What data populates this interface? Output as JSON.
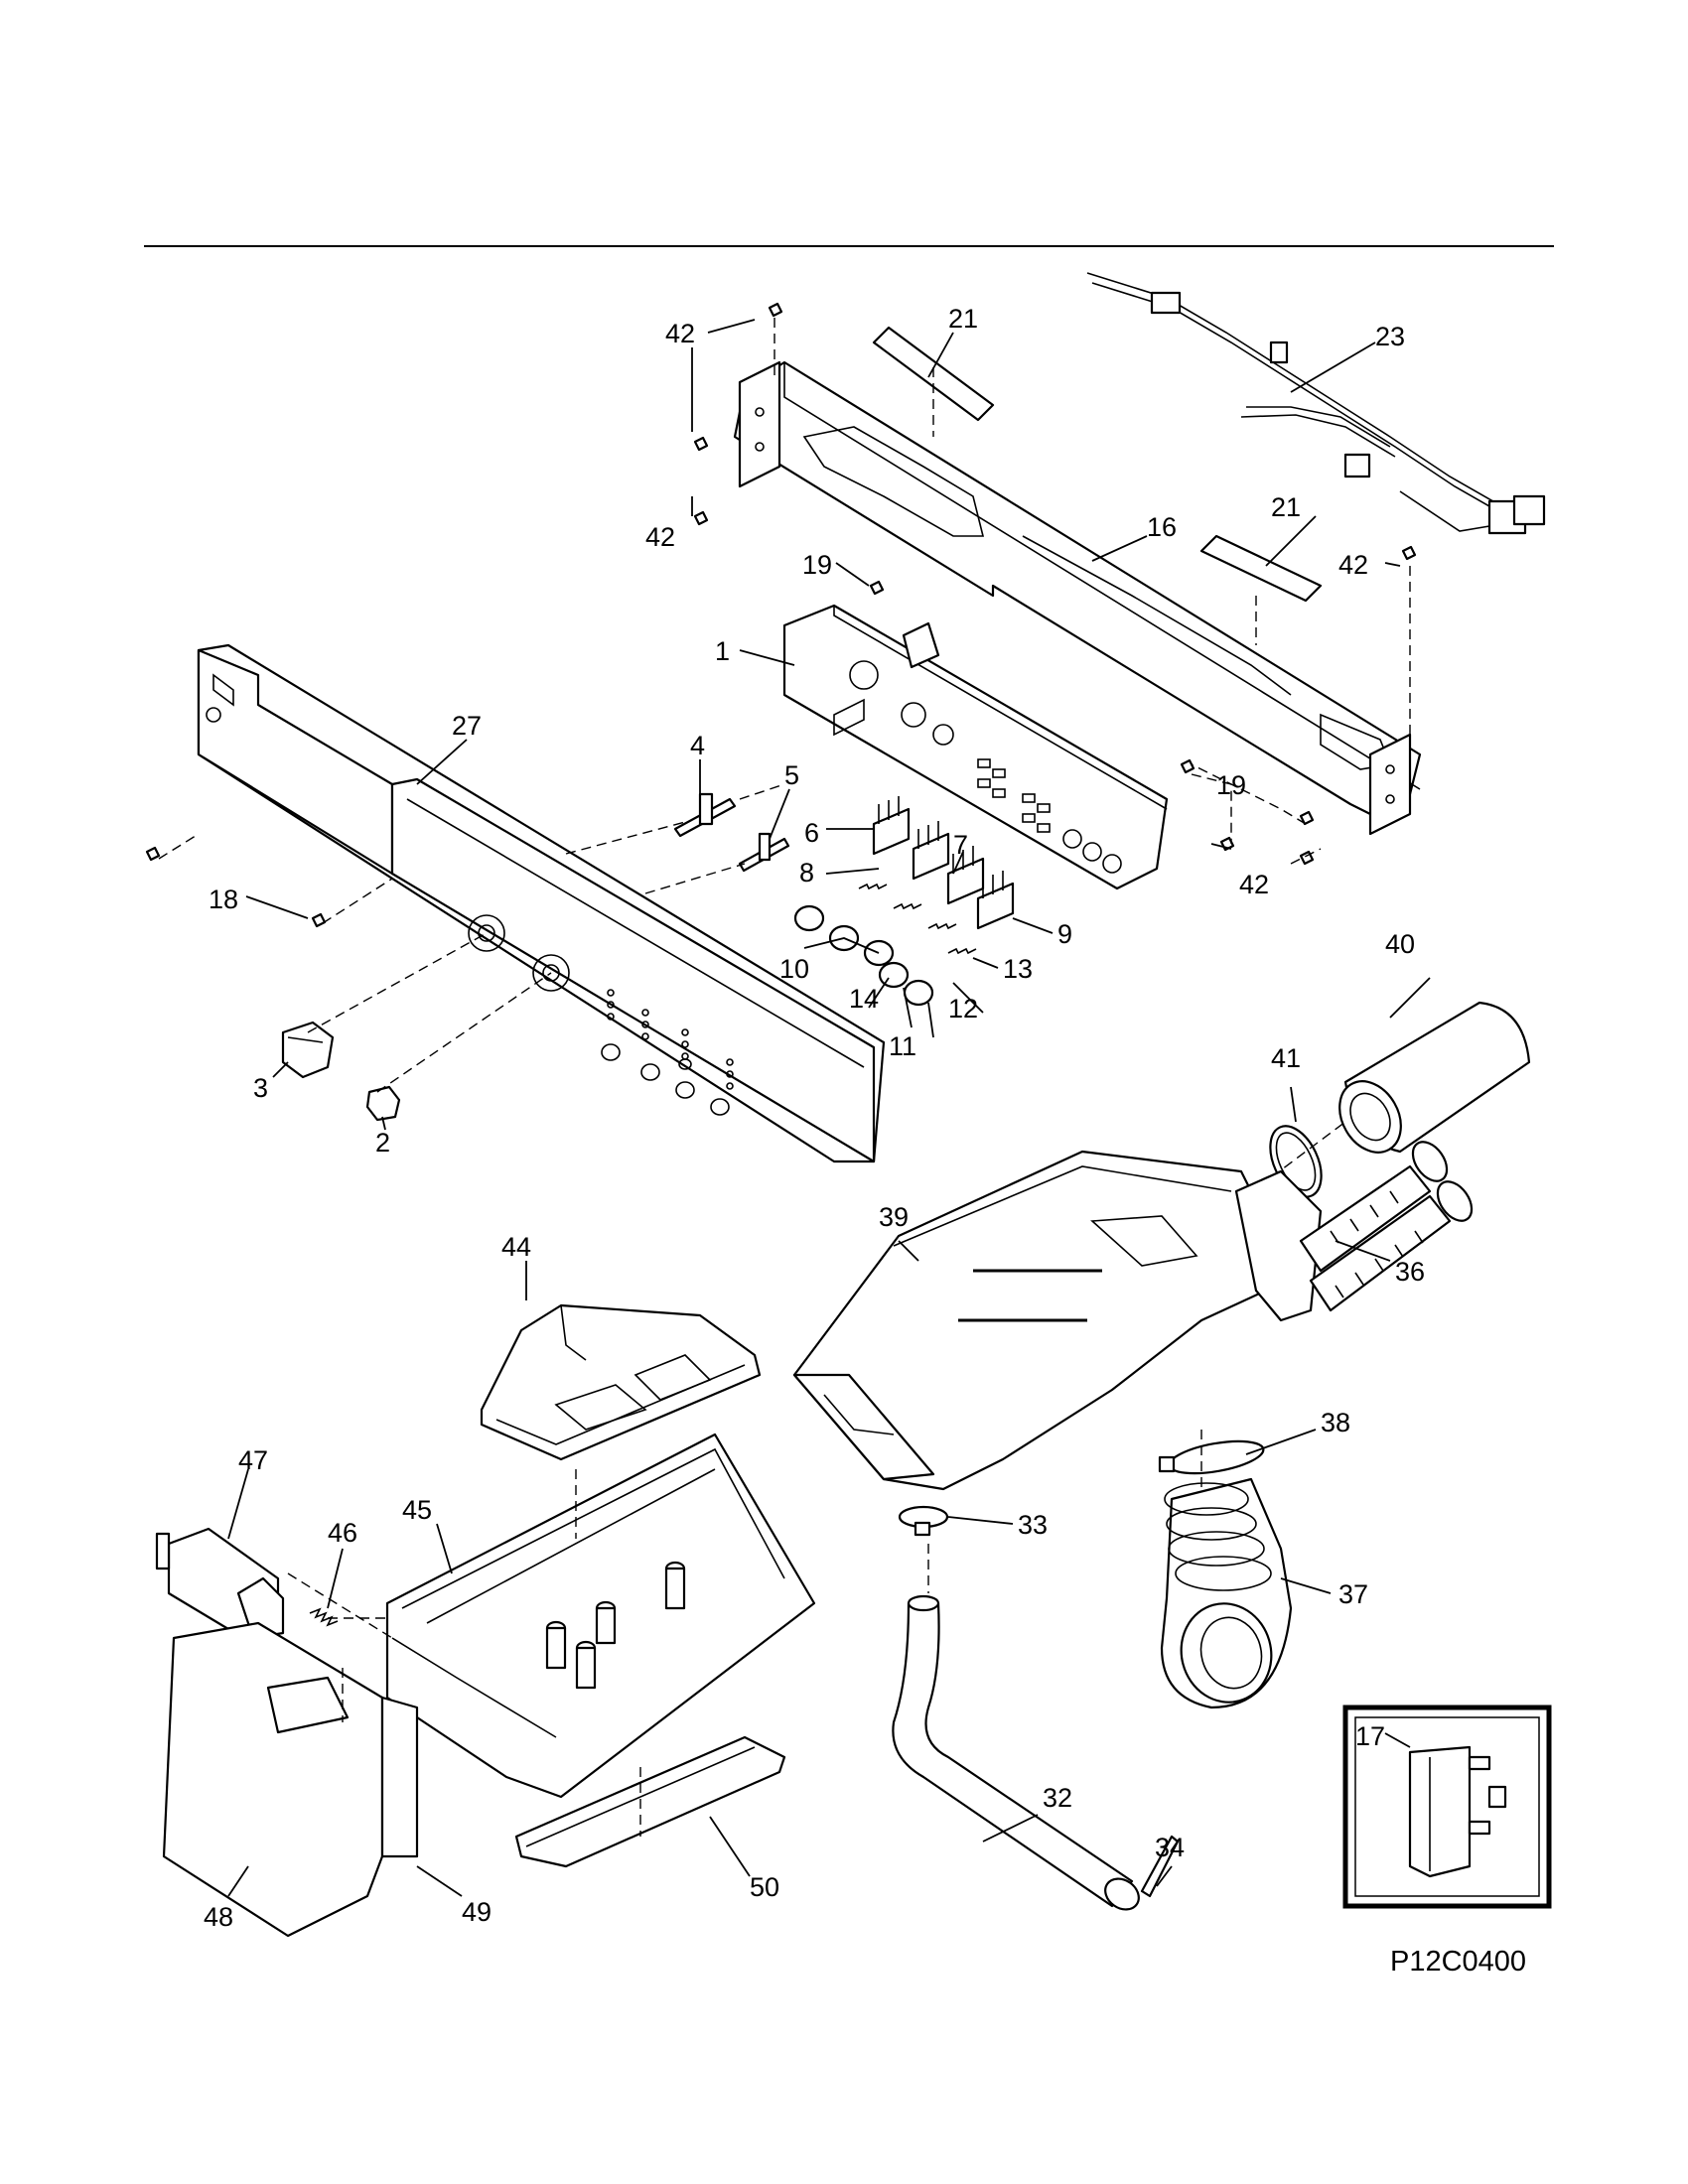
{
  "diagram_code": "P12C0400",
  "callouts": {
    "c1": "1",
    "c2": "2",
    "c3": "3",
    "c4": "4",
    "c5": "5",
    "c6": "6",
    "c7": "7",
    "c8": "8",
    "c9": "9",
    "c10": "10",
    "c11": "11",
    "c12": "12",
    "c13": "13",
    "c14": "14",
    "c16": "16",
    "c17": "17",
    "c18": "18",
    "c19a": "19",
    "c19b": "19",
    "c21a": "21",
    "c21b": "21",
    "c23": "23",
    "c27": "27",
    "c32": "32",
    "c33": "33",
    "c34": "34",
    "c36": "36",
    "c37": "37",
    "c38": "38",
    "c39": "39",
    "c40": "40",
    "c41": "41",
    "c42a": "42",
    "c42b": "42",
    "c42c": "42",
    "c42d": "42",
    "c44": "44",
    "c45": "45",
    "c46": "46",
    "c47": "47",
    "c48": "48",
    "c49": "49",
    "c50": "50"
  }
}
